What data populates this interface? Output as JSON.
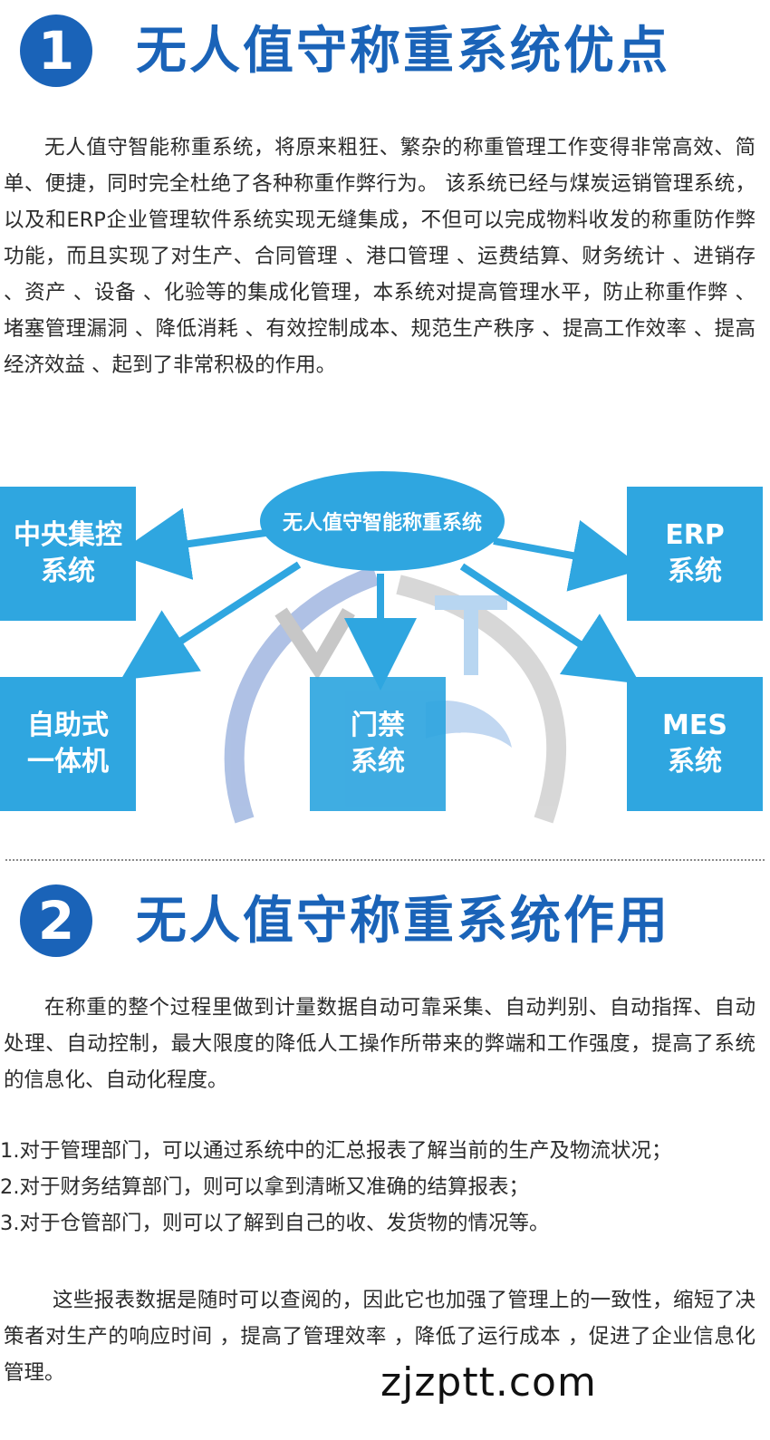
{
  "section1": {
    "number": "1",
    "title": "无人值守称重系统优点",
    "paragraph": "无人值守智能称重系统，将原来粗狂、繁杂的称重管理工作变得非常高效、简单、便捷，同时完全杜绝了各种称重作弊行为。 该系统已经与煤炭运销管理系统，以及和ERP企业管理软件系统实现无缝集成，不但可以完成物料收发的称重防作弊功能，而且实现了对生产、合同管理 、港口管理 、运费结算、财务统计 、进销存 、资产 、设备 、化验等的集成化管理，本系统对提高管理水平，防止称重作弊 、堵塞管理漏洞 、降低消耗 、有效控制成本、规范生产秩序 、提高工作效率 、提高经济效益 、起到了非常积极的作用。"
  },
  "diagram": {
    "center": "无人值守智能称重系统",
    "nodes": {
      "central_control": [
        "中央集控",
        "系统"
      ],
      "erp": [
        "ERP",
        "系统"
      ],
      "kiosk": [
        "自助式",
        "一体机"
      ],
      "access": [
        "门禁",
        "系统"
      ],
      "mes": [
        "MES",
        "系统"
      ]
    },
    "colors": {
      "box": "#2fa6e0",
      "arrow": "#2fa6e0",
      "logo_blue": "#2f6ec0",
      "logo_gray": "#9a9a9a"
    }
  },
  "section2": {
    "number": "2",
    "title": "无人值守称重系统作用",
    "paragraph1": "在称重的整个过程里做到计量数据自动可靠采集、自动判别、自动指挥、自动处理、自动控制，最大限度的降低人工操作所带来的弊端和工作强度，提高了系统的信息化、自动化程度。",
    "list": [
      "1.对于管理部门，可以通过系统中的汇总报表了解当前的生产及物流状况；",
      "2.对于财务结算部门，则可以拿到清晰又准确的结算报表；",
      "3.对于仓管部门，则可以了解到自己的收、发货物的情况等。"
    ],
    "paragraph2": "这些报表数据是随时可以查阅的，因此它也加强了管理上的一致性，缩短了决策者对生产的响应时间 ，提高了管理效率 ，降低了运行成本 ，促进了企业信息化管理。"
  },
  "watermark": "zjzptt.com",
  "theme": {
    "primary": "#1a63b8",
    "text": "#2b2b2b"
  }
}
